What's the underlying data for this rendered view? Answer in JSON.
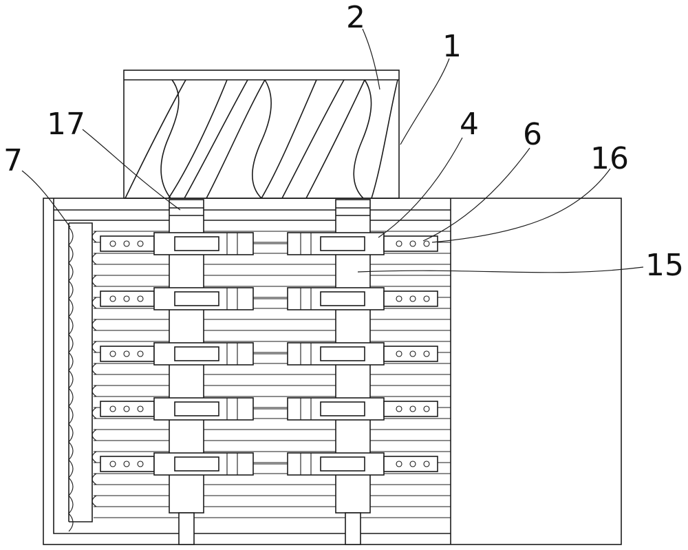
{
  "diagram": {
    "callouts": [
      {
        "id": "c2",
        "label": "2"
      },
      {
        "id": "c1",
        "label": "1"
      },
      {
        "id": "c17",
        "label": "17"
      },
      {
        "id": "c4",
        "label": "4"
      },
      {
        "id": "c6",
        "label": "6"
      },
      {
        "id": "c16",
        "label": "16"
      },
      {
        "id": "c7",
        "label": "7"
      },
      {
        "id": "c15",
        "label": "15"
      }
    ],
    "clamp_rows": 5
  }
}
